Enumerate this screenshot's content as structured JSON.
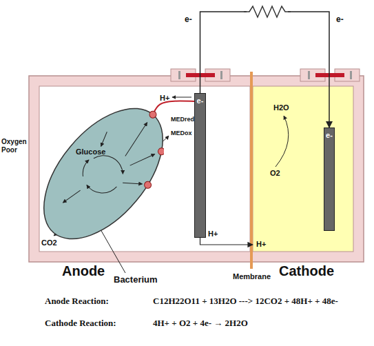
{
  "diagram": {
    "nodes": [
      {
        "text": [
          "Anode"
        ]
      },
      {
        "text": [
          "Glucose"
        ],
        "in": 0
      },
      {
        "text": [
          "e-"
        ],
        "in": 0
      },
      {
        "text": [
          "Cathode",
          "H2O",
          "O2"
        ]
      },
      {
        "text": [
          "e-"
        ],
        "in": 3
      }
    ],
    "edges": [
      {
        "from": 1,
        "to": 2,
        "arrow": "none"
      },
      {
        "from": 2,
        "to": 4,
        "arrow": "to",
        "label": "e-"
      },
      {
        "from": 2,
        "to": 3,
        "arrow": "to",
        "label": "H+"
      }
    ],
    "labels": [
      "Oxygen Poor",
      "e-",
      "H+",
      "MEDred",
      "MEDox",
      "H+",
      "CO2",
      "Bacterium",
      "Membrane",
      "Anode Reaction:",
      "C12H22O11 + 13H2O ---> 12CO2 + 48H+ + 48e-",
      "Cathode Reaction:",
      "4H+ + O2 + 4e- → 2H2O"
    ]
  }
}
